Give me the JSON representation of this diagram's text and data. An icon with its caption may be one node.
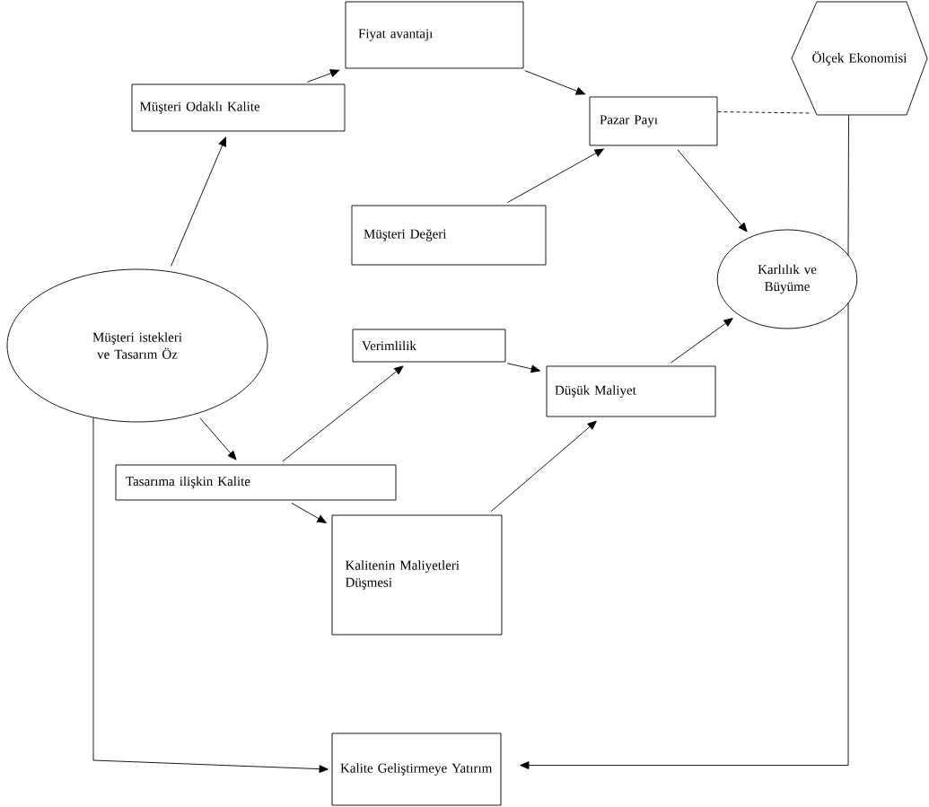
{
  "diagram": {
    "nodes": [
      {
        "text": [
          "Fiyat avantajı"
        ]
      },
      {
        "text": [
          "Ölçek Ekonomisi"
        ]
      },
      {
        "text": [
          "Müşteri Odaklı Kalite"
        ]
      },
      {
        "text": [
          "Pazar Payı"
        ]
      },
      {
        "text": [
          "Müşteri Değeri"
        ]
      },
      {
        "text": [
          "Karlılık ve Büyüme"
        ]
      },
      {
        "text": [
          "Müşteri istekleri ve Tasarım Öz"
        ]
      },
      {
        "text": [
          "Verimlilik"
        ]
      },
      {
        "text": [
          "Düşük Maliyet"
        ]
      },
      {
        "text": [
          "Tasarıma ilişkin Kalite"
        ]
      },
      {
        "text": [
          "Kalitenin Maliyetleri Düşmesi"
        ]
      },
      {
        "text": [
          "Kalite Geliştirmeye Yatırım"
        ]
      }
    ],
    "edges": [
      {
        "from": 2,
        "to": 0,
        "arrow": "to"
      },
      {
        "from": 0,
        "to": 3,
        "arrow": "to"
      },
      {
        "from": 3,
        "to": 1,
        "arrow": "none",
        "style": "dashed"
      },
      {
        "from": 4,
        "to": 3,
        "arrow": "to"
      },
      {
        "from": 3,
        "to": 5,
        "arrow": "to"
      },
      {
        "from": 6,
        "to": 2,
        "arrow": "to"
      },
      {
        "from": 6,
        "to": 9,
        "arrow": "to"
      },
      {
        "from": 9,
        "to": 7,
        "arrow": "to"
      },
      {
        "from": 7,
        "to": 8,
        "arrow": "to"
      },
      {
        "from": 8,
        "to": 5,
        "arrow": "to"
      },
      {
        "from": 9,
        "to": 10,
        "arrow": "to"
      },
      {
        "from": 10,
        "to": 8,
        "arrow": "to"
      },
      {
        "from": 6,
        "to": 11,
        "arrow": "to"
      },
      {
        "from": 1,
        "to": 5,
        "arrow": "none"
      },
      {
        "from": 5,
        "to": 11,
        "arrow": "to"
      }
    ]
  }
}
